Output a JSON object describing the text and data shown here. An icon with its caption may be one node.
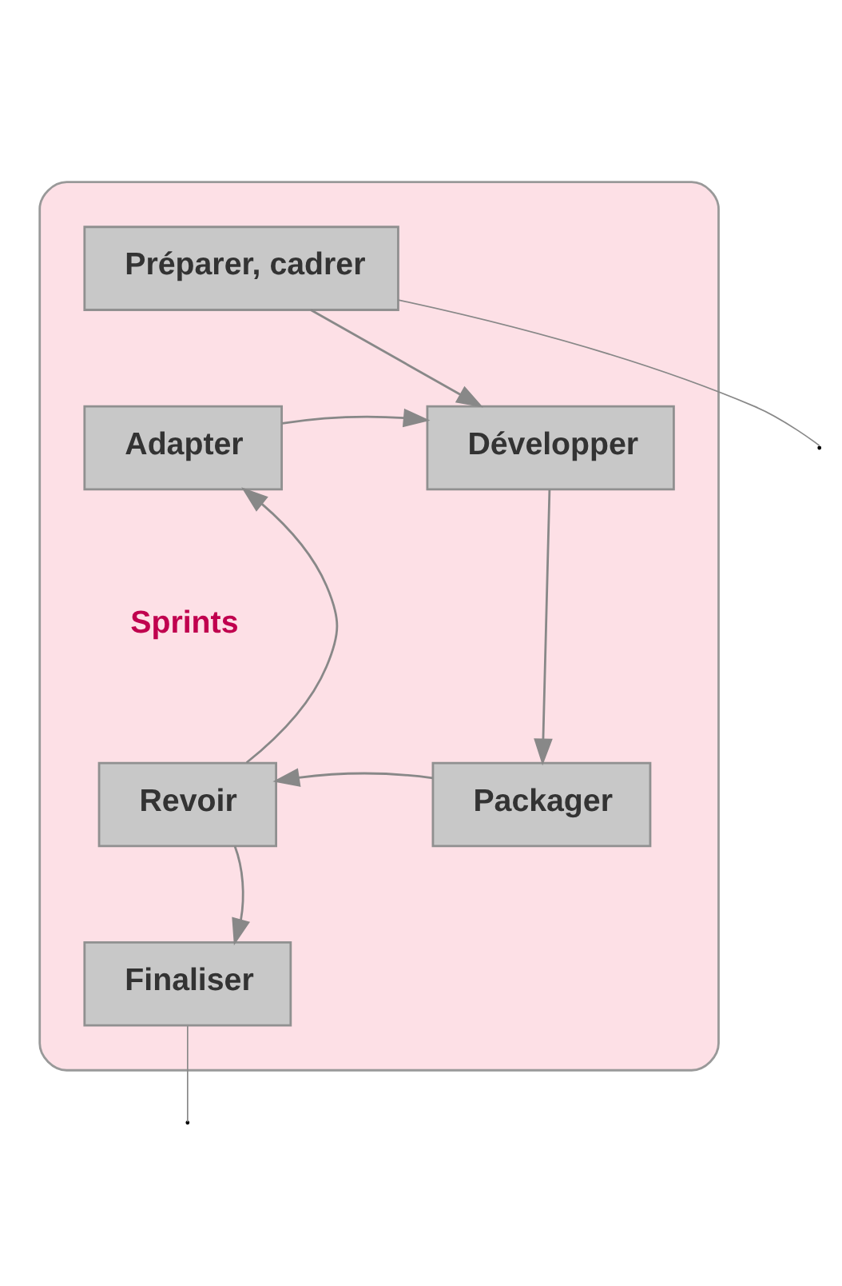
{
  "diagram": {
    "nodes": [
      {
        "text": [],
        "shape": "box"
      },
      {
        "text": [
          "Préparer, cadrer"
        ],
        "in": 0
      },
      {
        "text": [
          "Adapter"
        ],
        "in": 0
      },
      {
        "text": [
          "Développer"
        ],
        "in": 0
      },
      {
        "text": [
          "Revoir"
        ],
        "in": 0
      },
      {
        "text": [
          "Packager"
        ],
        "in": 0
      },
      {
        "text": [
          "Finaliser"
        ],
        "in": 0
      }
    ],
    "edges": [
      {
        "from": 1,
        "to": 3,
        "arrow": "to"
      },
      {
        "from": 2,
        "to": 3,
        "arrow": "to"
      },
      {
        "from": 3,
        "to": 5,
        "arrow": "to"
      },
      {
        "from": 5,
        "to": 4,
        "arrow": "to"
      },
      {
        "from": 4,
        "to": 2,
        "arrow": "to"
      },
      {
        "from": 4,
        "to": 6,
        "arrow": "to"
      },
      {
        "from": 1,
        "to": null,
        "arrow": "none"
      },
      {
        "from": 6,
        "to": null,
        "arrow": "none"
      }
    ],
    "labels": [
      "Sprints"
    ]
  }
}
